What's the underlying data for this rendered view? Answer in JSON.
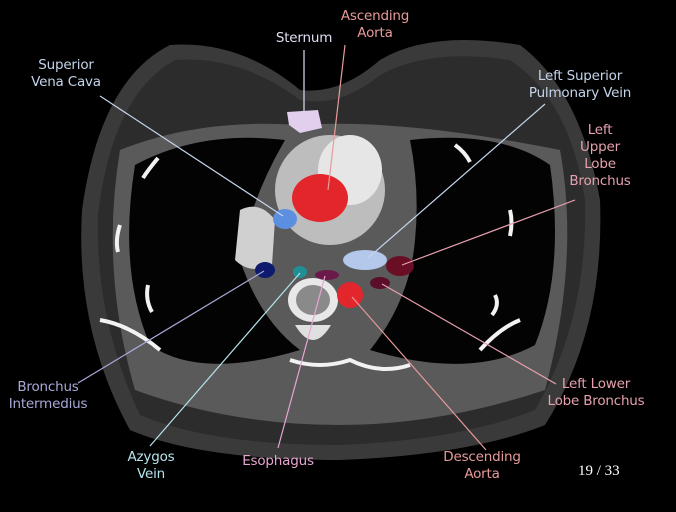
{
  "labels": {
    "ascending_aorta": {
      "l1": "Ascending",
      "l2": "Aorta",
      "color": "#e89a9a"
    },
    "sternum": {
      "l1": "Sternum",
      "color": "#e2dcf0"
    },
    "superior_vena_cava": {
      "l1": "Superior",
      "l2": "Vena Cava",
      "color": "#c4d4ea"
    },
    "left_superior_pulmonary_vein": {
      "l1": "Left Superior",
      "l2": "Pulmonary Vein",
      "color": "#c4d4ea"
    },
    "left_upper_lobe_bronchus": {
      "l1": "Left",
      "l2": "Upper",
      "l3": "Lobe",
      "l4": "Bronchus",
      "color": "#e6a0ae"
    },
    "bronchus_intermedius": {
      "l1": "Bronchus",
      "l2": "Intermedius",
      "color": "#a8a8d8"
    },
    "left_lower_lobe_bronchus": {
      "l1": "Left Lower",
      "l2": "Lobe Bronchus",
      "color": "#e6a0ae"
    },
    "azygos_vein": {
      "l1": "Azygos",
      "l2": "Vein",
      "color": "#b4e4ec"
    },
    "esophagus": {
      "l1": "Esophagus",
      "color": "#e6a6d0"
    },
    "descending_aorta": {
      "l1": "Descending",
      "l2": "Aorta",
      "color": "#e89a9a"
    }
  },
  "slice_counter": "19 / 33"
}
